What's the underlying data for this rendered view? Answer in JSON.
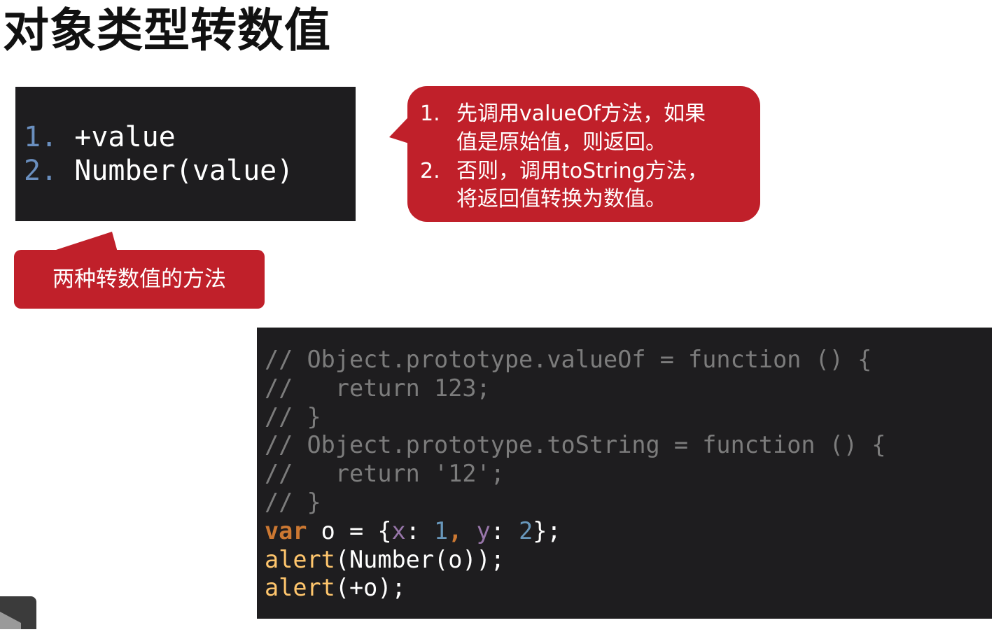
{
  "title": "对象类型转数值",
  "left_code": {
    "lines": [
      {
        "num": "1.",
        "text": "+value"
      },
      {
        "num": "2.",
        "text": "Number(value)"
      }
    ]
  },
  "left_callout": "两种转数值的方法",
  "right_callout": {
    "items": [
      {
        "num": "1.",
        "line1": "先调用valueOf方法，如果",
        "line2": "值是原始值，则返回。"
      },
      {
        "num": "2.",
        "line1": "否则，调用toString方法，",
        "line2": "将返回值转换为数值。"
      }
    ]
  },
  "code": {
    "comments": [
      "// Object.prototype.valueOf = function () {",
      "//   return 123;",
      "// }",
      "// Object.prototype.toString = function () {",
      "//   return '12';",
      "// }"
    ],
    "line7": {
      "kw": "var",
      "a": " o = {",
      "x": "x",
      "colon1": ": ",
      "v1": "1",
      "comma": ", ",
      "y": "y",
      "colon2": ": ",
      "v2": "2",
      "end": "};"
    },
    "line8": {
      "fn": "alert",
      "rest": "(Number(o));"
    },
    "line9": {
      "fn": "alert",
      "rest": "(+o);"
    }
  },
  "colors": {
    "callout_red": "#c0202a",
    "code_bg": "#1e1d1f",
    "comment": "#7c7c7c",
    "keyword": "#cc7832",
    "property": "#9876aa",
    "number": "#6897bb",
    "function": "#ffc66d"
  }
}
